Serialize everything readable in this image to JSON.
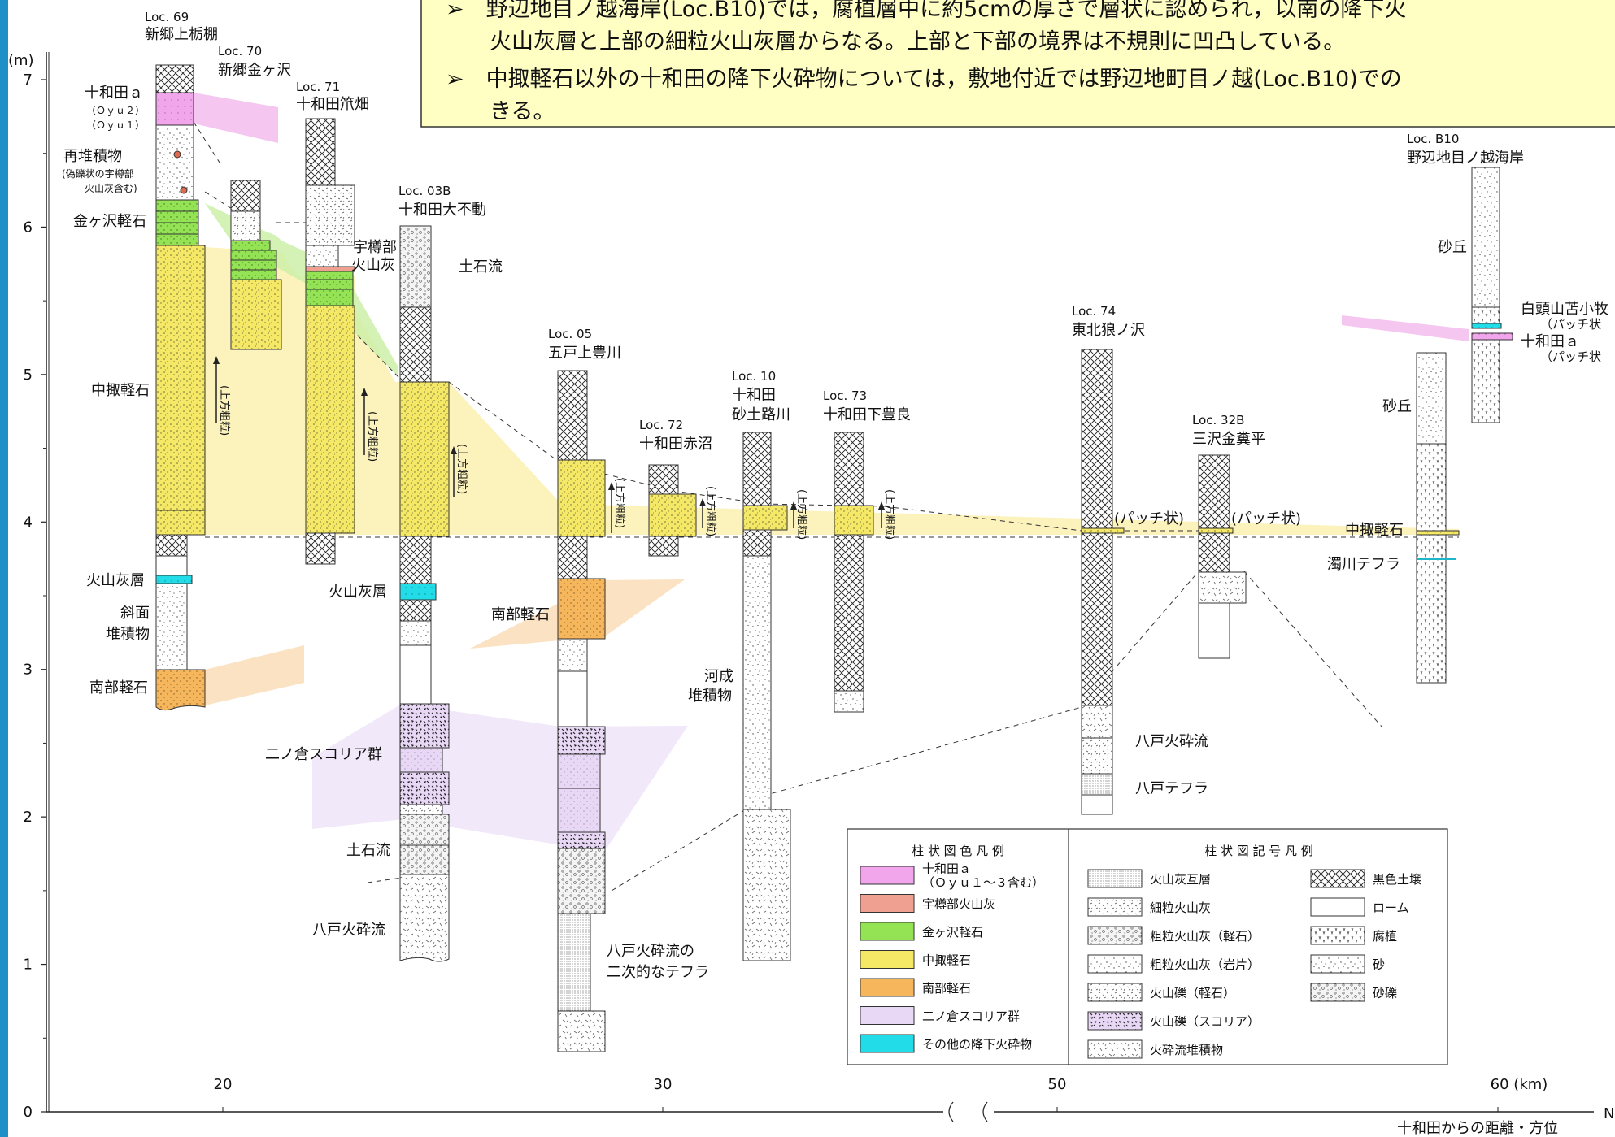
{
  "note_box": {
    "lines": [
      "➢　野辺地目ノ越海岸(Loc.B10)では，腐植層中に約5cmの厚さで層状に認められ，以南の降下火",
      "　　火山灰層と上部の細粒火山灰層からなる。上部と下部の境界は不規則に凹凸している。",
      "➢　中掫軽石以外の十和田の降下火砕物については，敷地付近では野辺地町目ノ越(Loc.B10)での",
      "　　きる。"
    ]
  },
  "axes": {
    "y_unit": "(m)",
    "y_ticks": [
      "0",
      "1",
      "2",
      "3",
      "4",
      "5",
      "6",
      "7"
    ],
    "x_ticks": [
      "20",
      "30",
      "50",
      "60 (km)"
    ],
    "x_title": "十和田からの距離・方位",
    "north": "N"
  },
  "localities": [
    {
      "id": "Loc. 69",
      "name": "新郷上栃棚"
    },
    {
      "id": "Loc. 70",
      "name": "新郷金ヶ沢"
    },
    {
      "id": "Loc. 71",
      "name": "十和田笊畑"
    },
    {
      "id": "Loc. 03B",
      "name": "十和田大不動"
    },
    {
      "id": "Loc. 05",
      "name": "五戸上豊川"
    },
    {
      "id": "Loc. 72",
      "name": "十和田赤沼"
    },
    {
      "id": "Loc. 10",
      "name": "十和田",
      "name2": "砂土路川"
    },
    {
      "id": "Loc. 73",
      "name": "十和田下豊良"
    },
    {
      "id": "Loc. 74",
      "name": "東北狼ノ沢"
    },
    {
      "id": "Loc. 32B",
      "name": "三沢金糞平"
    },
    {
      "id": "Loc. B10",
      "name": "野辺地目ノ越海岸"
    }
  ],
  "labels": {
    "towada_a": "十和田ａ",
    "oyu2": "（Ｏｙｕ２）",
    "oyu1": "（Ｏｙｕ１）",
    "reworked": "再堆積物",
    "reworked_sub1": "(偽礫状の宇樽部",
    "reworked_sub2": "火山灰含む)",
    "kanegasawa": "金ヶ沢軽石",
    "chuseri": "中掫軽石",
    "volcanic_ash": "火山灰層",
    "slope1": "斜面",
    "slope2": "堆積物",
    "nambu": "南部軽石",
    "utarube1": "宇樽部",
    "utarube2": "火山灰",
    "debris_flow": "土石流",
    "volcanic_ash_2": "火山灰層",
    "ninokura": "二ノ倉スコリア群",
    "debris_flow_2": "土石流",
    "hachinohe_pf": "八戸火砕流",
    "nambu_2": "南部軽石",
    "hachinohe_secondary1": "八戸火砕流の",
    "hachinohe_secondary2": "二次的なテフラ",
    "fluvial1": "河成",
    "fluvial2": "堆積物",
    "patch1": "(パッチ状)",
    "patch2": "(パッチ状)",
    "chuseri_right": "中掫軽石",
    "nigorikawa": "濁川テフラ",
    "hachinohe_pf_2": "八戸火砕流",
    "hachinohe_tephra": "八戸テフラ",
    "sand_dune": "砂丘",
    "sand_dune_2": "砂丘",
    "b_tm1": "白頭山苫小牧",
    "b_tm2": "（パッチ状",
    "towada_a_2": "十和田ａ",
    "towada_a_2_sub": "（パッチ状",
    "upward_coarsening": "(上方粗粒)"
  },
  "legend": {
    "color_title": "柱 状 図 色 凡 例",
    "symbol_title": "柱 状 図 記 号 凡 例",
    "colors": [
      {
        "label": "十和田ａ",
        "sub": "（Ｏｙｕ１～３含む）",
        "color": "#f1a6ec"
      },
      {
        "label": "宇樽部火山灰",
        "color": "#f0a090"
      },
      {
        "label": "金ヶ沢軽石",
        "color": "#94e354"
      },
      {
        "label": "中掫軽石",
        "color": "#f5e866"
      },
      {
        "label": "南部軽石",
        "color": "#f5b65c"
      },
      {
        "label": "二ノ倉スコリア群",
        "color": "#e8d7f5"
      },
      {
        "label": "その他の降下火砕物",
        "color": "#22dde8"
      }
    ],
    "symbols_left": [
      {
        "label": "火山灰互層",
        "icon": "alternating-ash-icon"
      },
      {
        "label": "細粒火山灰",
        "icon": "fine-ash-icon"
      },
      {
        "label": "粗粒火山灰（軽石）",
        "icon": "coarse-ash-pumice-icon"
      },
      {
        "label": "粗粒火山灰（岩片）",
        "icon": "coarse-ash-lithic-icon"
      },
      {
        "label": "火山礫（軽石）",
        "icon": "lapilli-pumice-icon"
      },
      {
        "label": "火山礫（スコリア）",
        "icon": "lapilli-scoria-icon"
      },
      {
        "label": "火砕流堆積物",
        "icon": "pyroclastic-flow-icon"
      }
    ],
    "symbols_right": [
      {
        "label": "黒色土壌",
        "icon": "black-soil-icon"
      },
      {
        "label": "ローム",
        "icon": "loam-icon"
      },
      {
        "label": "腐植",
        "icon": "humus-icon"
      },
      {
        "label": "砂",
        "icon": "sand-icon"
      },
      {
        "label": "砂礫",
        "icon": "gravel-icon"
      }
    ]
  }
}
